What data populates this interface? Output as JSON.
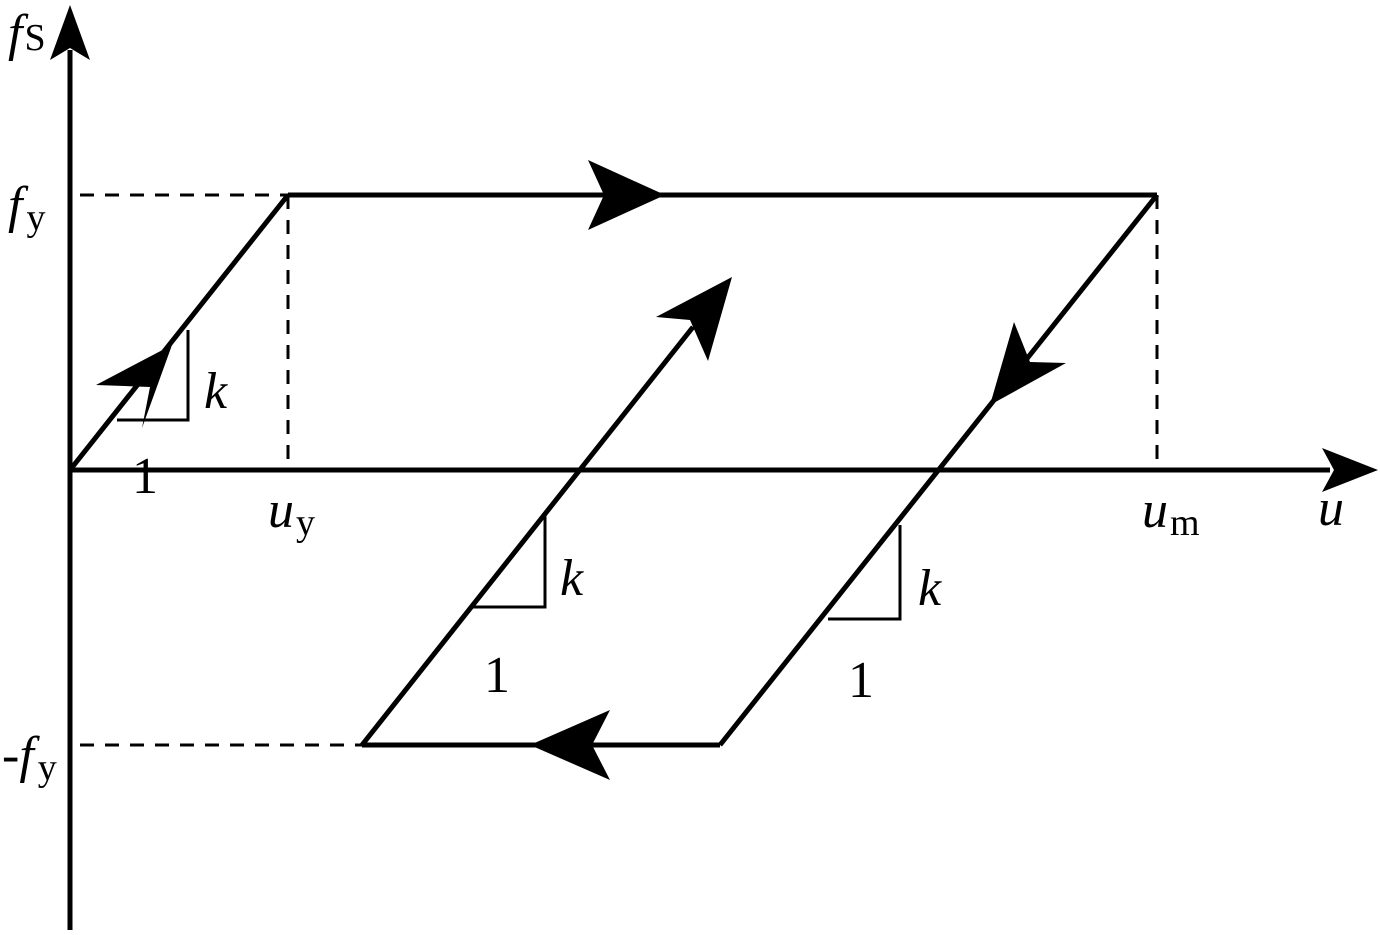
{
  "labels": {
    "fs_main": "f",
    "fs_sub": "S",
    "fy_main": "f",
    "fy_sub": "y",
    "neg_fy_sign": "-",
    "neg_fy_main": "f",
    "neg_fy_sub": "y",
    "uy_main": "u",
    "uy_sub": "y",
    "um_main": "u",
    "um_sub": "m",
    "u_axis": "u",
    "slope_k": "k",
    "slope_run": "1"
  },
  "colors": {
    "stroke": "#000000",
    "background": "#ffffff"
  }
}
